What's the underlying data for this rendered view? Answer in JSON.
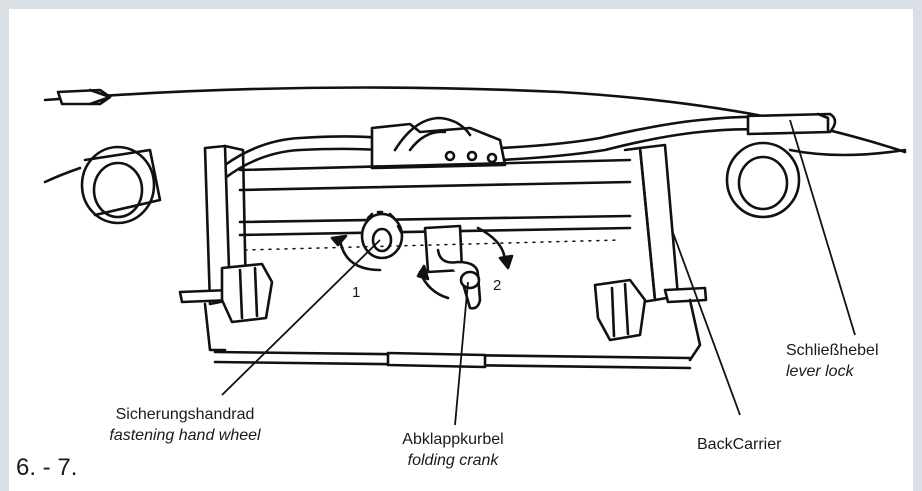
{
  "figure_number": "6. - 7.",
  "markers": {
    "one": "1",
    "two": "2"
  },
  "labels": {
    "lever": {
      "de": "Schließhebel",
      "en": "lever lock"
    },
    "wheel": {
      "de": "Sicherungshandrad",
      "en": "fastening hand wheel"
    },
    "crank": {
      "de": "Abklappkurbel",
      "en": "folding crank"
    },
    "carrier": {
      "de": "BackCarrier"
    }
  },
  "colors": {
    "frame": "#d9dfe5",
    "ink": "#1a1a1a",
    "background": "#ffffff"
  }
}
